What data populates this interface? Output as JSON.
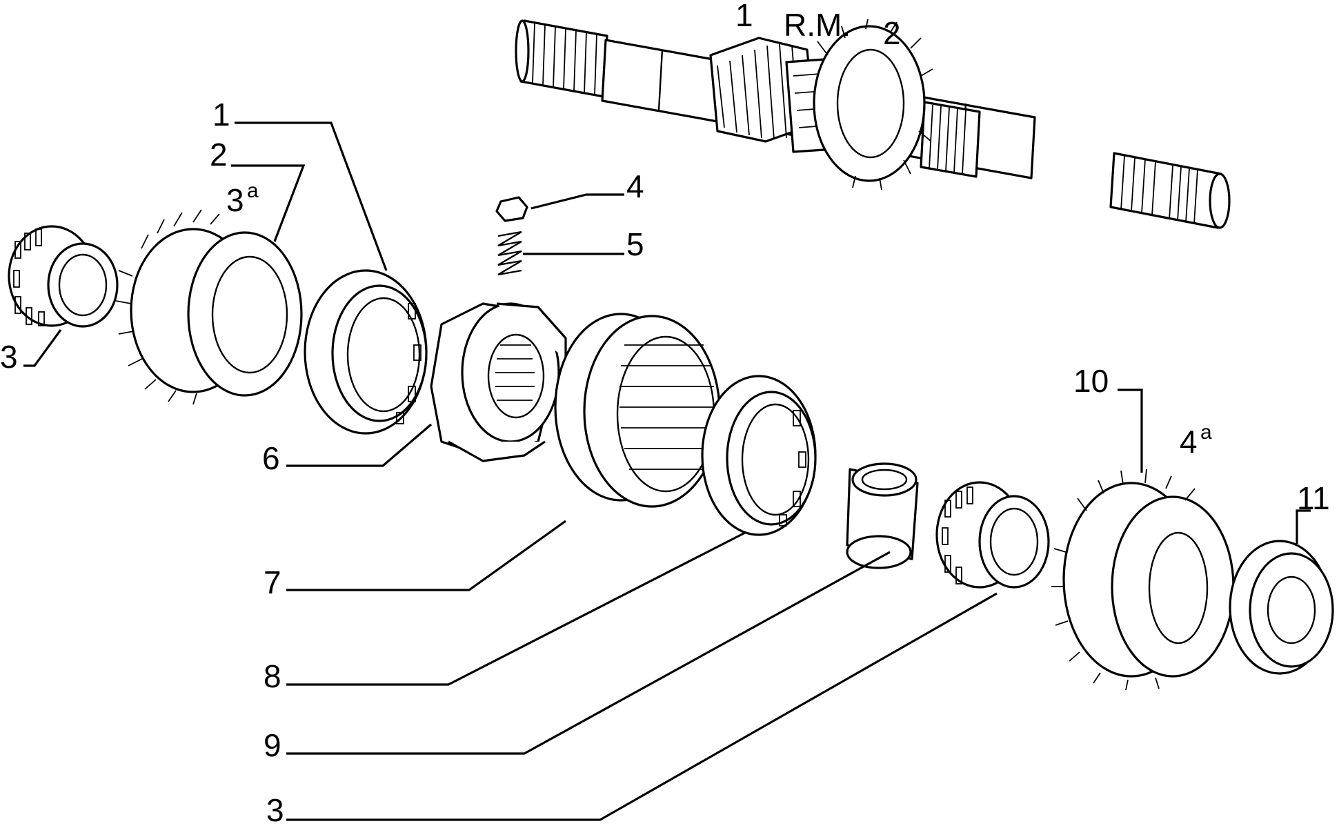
{
  "header": {
    "gear_1": "1",
    "reverse": "R.M.",
    "gear_2": "2"
  },
  "labels": {
    "l1": "1",
    "l2": "2",
    "l3a": "3",
    "l3a_sup": "a",
    "l3_left": "3",
    "l4": "4",
    "l5": "5",
    "l6": "6",
    "l7": "7",
    "l8": "8",
    "l9": "9",
    "l3_bottom": "3",
    "l10": "10",
    "l4a": "4",
    "l4a_sup": "a",
    "l11": "11"
  }
}
